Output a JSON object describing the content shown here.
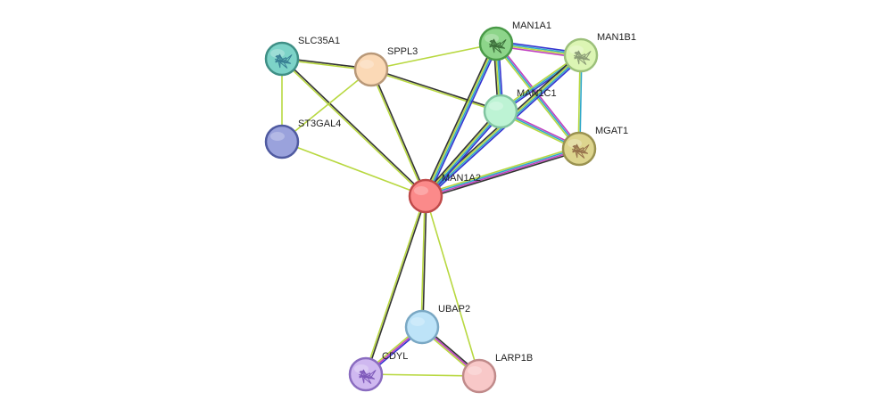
{
  "nodes": [
    {
      "id": "SLC35A1",
      "label": "SLC35A1",
      "fill": "#7dd3c8",
      "stroke": "#3f8f86",
      "icon": "protein-structure-icon",
      "iconColor": "#2a6f8a"
    },
    {
      "id": "SPPL3",
      "label": "SPPL3",
      "fill": "#fbd9b6",
      "stroke": "#b89878",
      "icon": "",
      "iconColor": ""
    },
    {
      "id": "ST3GAL4",
      "label": "ST3GAL4",
      "fill": "#9aa2dc",
      "stroke": "#4f5aa0",
      "icon": "",
      "iconColor": ""
    },
    {
      "id": "MAN1A1",
      "label": "MAN1A1",
      "fill": "#8dd58a",
      "stroke": "#4a9a48",
      "icon": "protein-structure-icon",
      "iconColor": "#2e5e2c"
    },
    {
      "id": "MAN1B1",
      "label": "MAN1B1",
      "fill": "#dcf5b4",
      "stroke": "#9cc07a",
      "icon": "protein-structure-icon",
      "iconColor": "#7a8a6a"
    },
    {
      "id": "MAN1C1",
      "label": "MAN1C1",
      "fill": "#bdf3d4",
      "stroke": "#80c4a0",
      "icon": "",
      "iconColor": ""
    },
    {
      "id": "MGAT1",
      "label": "MGAT1",
      "fill": "#ddd58e",
      "stroke": "#9a9250",
      "icon": "protein-structure-icon",
      "iconColor": "#8a6040"
    },
    {
      "id": "MAN1A2",
      "label": "MAN1A2",
      "fill": "#fb8a8a",
      "stroke": "#c04a4a",
      "icon": "",
      "iconColor": ""
    },
    {
      "id": "UBAP2",
      "label": "UBAP2",
      "fill": "#bde3f8",
      "stroke": "#7aa8c4",
      "icon": "",
      "iconColor": ""
    },
    {
      "id": "CDYL",
      "label": "CDYL",
      "fill": "#cfb8f0",
      "stroke": "#8a6cc0",
      "icon": "protein-structure-icon",
      "iconColor": "#7048b0"
    },
    {
      "id": "LARP1B",
      "label": "LARP1B",
      "fill": "#f8c8c8",
      "stroke": "#c08a8a",
      "icon": "",
      "iconColor": ""
    }
  ],
  "edges": [
    {
      "source": "SLC35A1",
      "target": "SPPL3",
      "colors": [
        "#333333",
        "#b8d840"
      ]
    },
    {
      "source": "SLC35A1",
      "target": "ST3GAL4",
      "colors": [
        "#b8d840"
      ]
    },
    {
      "source": "SLC35A1",
      "target": "MAN1A2",
      "colors": [
        "#333333",
        "#b8d840"
      ]
    },
    {
      "source": "SPPL3",
      "target": "ST3GAL4",
      "colors": [
        "#b8d840"
      ]
    },
    {
      "source": "SPPL3",
      "target": "MAN1A1",
      "colors": [
        "#b8d840"
      ]
    },
    {
      "source": "SPPL3",
      "target": "MAN1C1",
      "colors": [
        "#333333",
        "#b8d840"
      ]
    },
    {
      "source": "SPPL3",
      "target": "MAN1A2",
      "colors": [
        "#333333",
        "#b8d840"
      ]
    },
    {
      "source": "ST3GAL4",
      "target": "MAN1A2",
      "colors": [
        "#b8d840"
      ]
    },
    {
      "source": "MAN1A1",
      "target": "MAN1B1",
      "colors": [
        "#3434d0",
        "#30a8c8",
        "#b8d840",
        "#c040c0"
      ]
    },
    {
      "source": "MAN1A1",
      "target": "MAN1C1",
      "colors": [
        "#3434d0",
        "#30a8c8",
        "#b8d840",
        "#333333"
      ]
    },
    {
      "source": "MAN1A1",
      "target": "MGAT1",
      "colors": [
        "#c040c0",
        "#30a8c8",
        "#b8d840"
      ]
    },
    {
      "source": "MAN1A1",
      "target": "MAN1A2",
      "colors": [
        "#3434d0",
        "#30a8c8",
        "#b8d840",
        "#333333"
      ]
    },
    {
      "source": "MAN1B1",
      "target": "MAN1C1",
      "colors": [
        "#3434d0",
        "#30a8c8",
        "#b8d840"
      ]
    },
    {
      "source": "MAN1B1",
      "target": "MGAT1",
      "colors": [
        "#30a8c8",
        "#b8d840"
      ]
    },
    {
      "source": "MAN1B1",
      "target": "MAN1A2",
      "colors": [
        "#3434d0",
        "#30a8c8",
        "#b8d840",
        "#333333"
      ]
    },
    {
      "source": "MAN1C1",
      "target": "MGAT1",
      "colors": [
        "#c040c0",
        "#30a8c8",
        "#b8d840"
      ]
    },
    {
      "source": "MAN1C1",
      "target": "MAN1A2",
      "colors": [
        "#3434d0",
        "#30a8c8",
        "#b8d840",
        "#333333"
      ]
    },
    {
      "source": "MGAT1",
      "target": "MAN1A2",
      "colors": [
        "#333333",
        "#c040c0",
        "#30a8c8",
        "#b8d840"
      ]
    },
    {
      "source": "MAN1A2",
      "target": "UBAP2",
      "colors": [
        "#333333",
        "#b8d840"
      ]
    },
    {
      "source": "MAN1A2",
      "target": "CDYL",
      "colors": [
        "#333333",
        "#b8d840"
      ]
    },
    {
      "source": "MAN1A2",
      "target": "LARP1B",
      "colors": [
        "#b8d840"
      ]
    },
    {
      "source": "UBAP2",
      "target": "CDYL",
      "colors": [
        "#3434d0",
        "#c040c0",
        "#b8d840"
      ]
    },
    {
      "source": "UBAP2",
      "target": "LARP1B",
      "colors": [
        "#333333",
        "#c040c0",
        "#b8d840"
      ]
    },
    {
      "source": "CDYL",
      "target": "LARP1B",
      "colors": [
        "#b8d840"
      ]
    }
  ]
}
